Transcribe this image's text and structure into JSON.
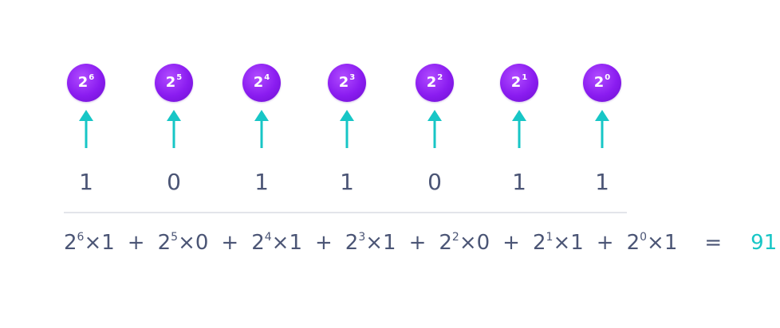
{
  "colors": {
    "circle": "#8a1cf0",
    "arrow": "#17c6c6",
    "text": "#4b5575",
    "result": "#17c6c6",
    "rule": "#e3e5ea"
  },
  "columns": [
    {
      "base": "2",
      "exponent": "6",
      "bit": "1"
    },
    {
      "base": "2",
      "exponent": "5",
      "bit": "0"
    },
    {
      "base": "2",
      "exponent": "4",
      "bit": "1"
    },
    {
      "base": "2",
      "exponent": "3",
      "bit": "1"
    },
    {
      "base": "2",
      "exponent": "2",
      "bit": "0"
    },
    {
      "base": "2",
      "exponent": "1",
      "bit": "1"
    },
    {
      "base": "2",
      "exponent": "0",
      "bit": "1"
    }
  ],
  "equation": {
    "terms": [
      {
        "base": "2",
        "exponent": "6",
        "multiplier": "×1"
      },
      {
        "base": "2",
        "exponent": "5",
        "multiplier": "×0"
      },
      {
        "base": "2",
        "exponent": "4",
        "multiplier": "×1"
      },
      {
        "base": "2",
        "exponent": "3",
        "multiplier": "×1"
      },
      {
        "base": "2",
        "exponent": "2",
        "multiplier": "×0"
      },
      {
        "base": "2",
        "exponent": "1",
        "multiplier": "×1"
      },
      {
        "base": "2",
        "exponent": "0",
        "multiplier": "×1"
      }
    ],
    "plus": "+",
    "equals": "=",
    "result": "91"
  }
}
